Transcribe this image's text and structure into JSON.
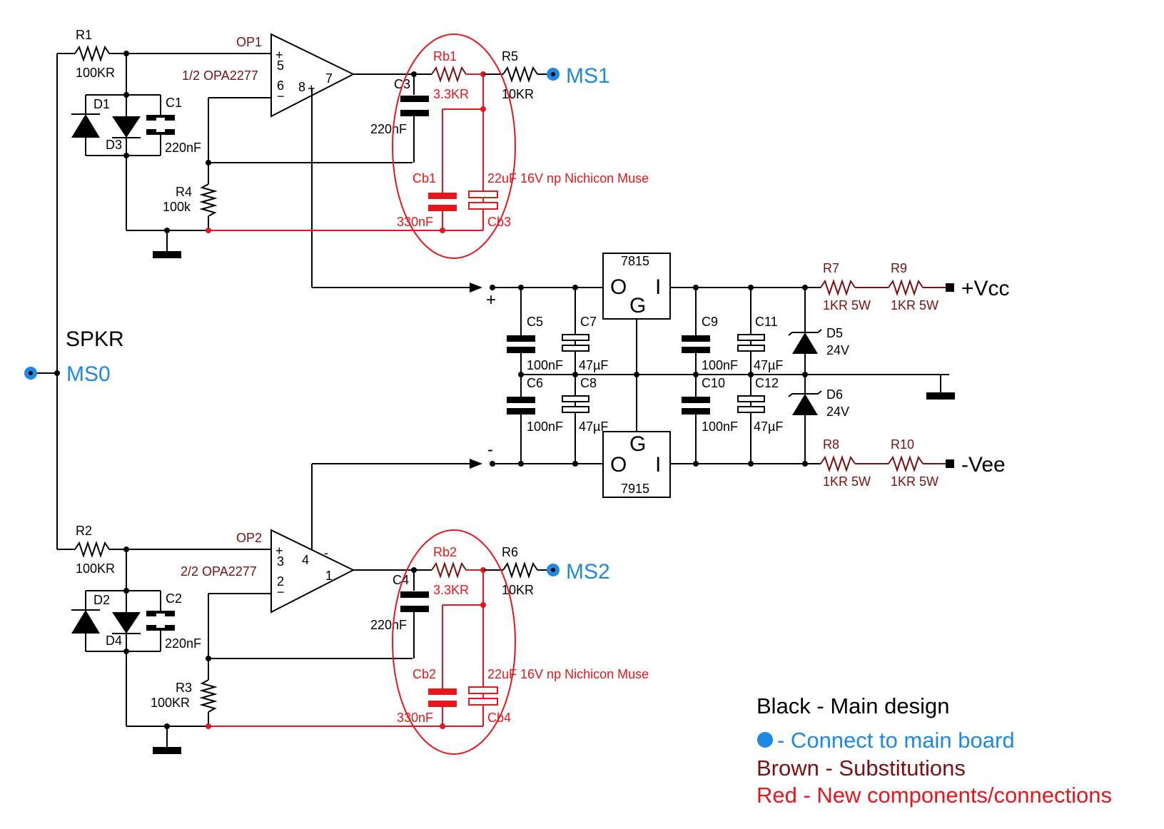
{
  "colors": {
    "main": "#000000",
    "connect": "#1e88e5",
    "substitution": "#7a1010",
    "new": "#e8161c"
  },
  "labels": {
    "spkr": "SPKR",
    "ms0": "MS0",
    "ms1": "MS1",
    "ms2": "MS2",
    "vcc": "+Vcc",
    "vee": "-Vee",
    "plus": "+",
    "minus": "-"
  },
  "opamps": [
    {
      "ref": "OP1",
      "part": "1/2 OPA2277",
      "pins": {
        "in_plus": "5",
        "in_minus": "6",
        "out": "7",
        "supply": "8",
        "supply_sign": "+",
        "plus_mark": "+",
        "minus_mark": "−"
      }
    },
    {
      "ref": "OP2",
      "part": "2/2 OPA2277",
      "pins": {
        "in_plus": "3",
        "in_minus": "2",
        "out": "1",
        "supply": "4",
        "supply_sign": "-",
        "plus_mark": "+",
        "minus_mark": "−"
      }
    }
  ],
  "resistors": {
    "R1": {
      "ref": "R1",
      "value": "100KR"
    },
    "R2": {
      "ref": "R2",
      "value": "100KR"
    },
    "R3": {
      "ref": "R3",
      "value": "100KR"
    },
    "R4": {
      "ref": "R4",
      "value": "100k"
    },
    "R5": {
      "ref": "R5",
      "value": "10KR"
    },
    "R6": {
      "ref": "R6",
      "value": "10KR"
    },
    "R7": {
      "ref": "R7",
      "value": "1KR 5W"
    },
    "R8": {
      "ref": "R8",
      "value": "1KR 5W"
    },
    "R9": {
      "ref": "R9",
      "value": "1KR 5W"
    },
    "R10": {
      "ref": "R10",
      "value": "1KR 5W"
    },
    "Rb1": {
      "ref": "Rb1",
      "value": "3.3KR"
    },
    "Rb2": {
      "ref": "Rb2",
      "value": "3.3KR"
    }
  },
  "capacitors": {
    "C1": {
      "ref": "C1",
      "value": "220nF"
    },
    "C2": {
      "ref": "C2",
      "value": "220nF"
    },
    "C3": {
      "ref": "C3",
      "value": "220nF"
    },
    "C4": {
      "ref": "C4",
      "value": "220nF"
    },
    "C5": {
      "ref": "C5",
      "value": "100nF"
    },
    "C6": {
      "ref": "C6",
      "value": "100nF"
    },
    "C7": {
      "ref": "C7",
      "value": "47µF"
    },
    "C8": {
      "ref": "C8",
      "value": "47µF"
    },
    "C9": {
      "ref": "C9",
      "value": "100nF"
    },
    "C10": {
      "ref": "C10",
      "value": "100nF"
    },
    "C11": {
      "ref": "C11",
      "value": "47µF"
    },
    "C12": {
      "ref": "C12",
      "value": "47µF"
    },
    "Cb1": {
      "ref": "Cb1",
      "value": "330nF"
    },
    "Cb2": {
      "ref": "Cb2",
      "value": "330nF"
    },
    "Cb3": {
      "ref": "Cb3",
      "value": "22uF 16V np Nichicon Muse"
    },
    "Cb4": {
      "ref": "Cb4",
      "value": "22uF 16V np Nichicon Muse"
    }
  },
  "diodes": {
    "D1": {
      "ref": "D1"
    },
    "D2": {
      "ref": "D2"
    },
    "D3": {
      "ref": "D3"
    },
    "D4": {
      "ref": "D4"
    },
    "D5": {
      "ref": "D5",
      "value": "24V"
    },
    "D6": {
      "ref": "D6",
      "value": "24V"
    }
  },
  "regulators": {
    "pos": {
      "part": "7815",
      "pin_o": "O",
      "pin_g": "G",
      "pin_i": "I"
    },
    "neg": {
      "part": "7915",
      "pin_o": "O",
      "pin_g": "G",
      "pin_i": "I"
    }
  },
  "legend": {
    "main": "Black - Main design",
    "connect": "- Connect to main board",
    "substitution": "Brown - Substitutions",
    "new": "Red - New components/connections"
  }
}
